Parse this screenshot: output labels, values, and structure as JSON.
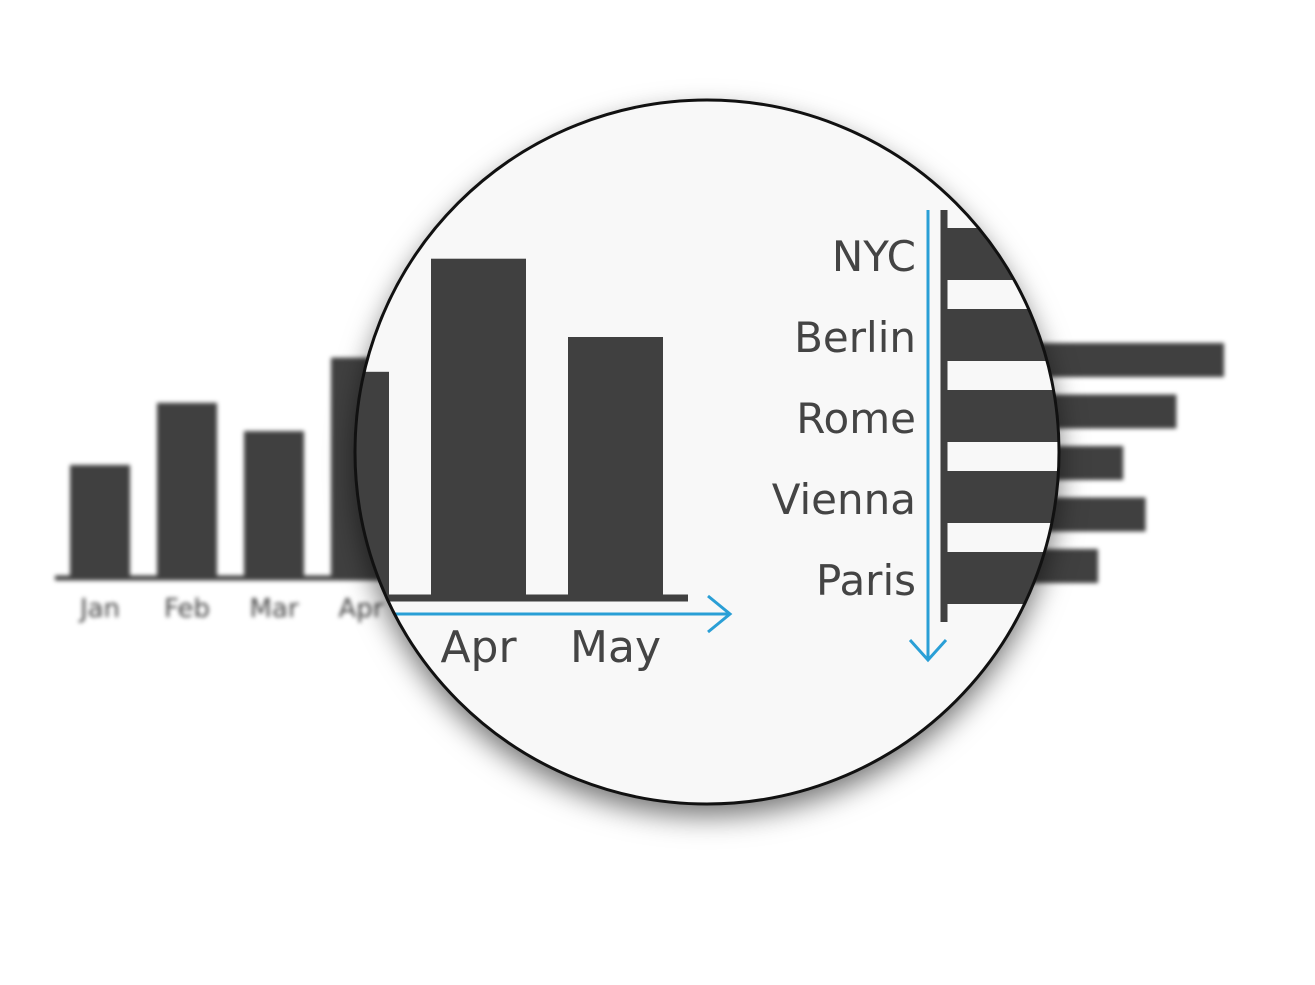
{
  "colors": {
    "bar": "#404040",
    "axis": "#404040",
    "arrow": "#2a9fd6",
    "label": "#444444",
    "lens_bg": "#f8f8f8",
    "rim": "#111111"
  },
  "chart_data": [
    {
      "type": "bar",
      "orientation": "vertical",
      "categories": [
        "Jan",
        "Feb",
        "Mar",
        "Apr",
        "May"
      ],
      "values": [
        1.0,
        1.55,
        1.3,
        1.95,
        1.5
      ],
      "title": "",
      "xlabel": "",
      "ylabel": ""
    },
    {
      "type": "bar",
      "orientation": "horizontal",
      "categories": [
        "NYC",
        "Berlin",
        "Rome",
        "Vienna",
        "Paris"
      ],
      "values": [
        1.0,
        0.83,
        0.64,
        0.72,
        0.55
      ],
      "title": "",
      "xlabel": "",
      "ylabel": ""
    }
  ]
}
